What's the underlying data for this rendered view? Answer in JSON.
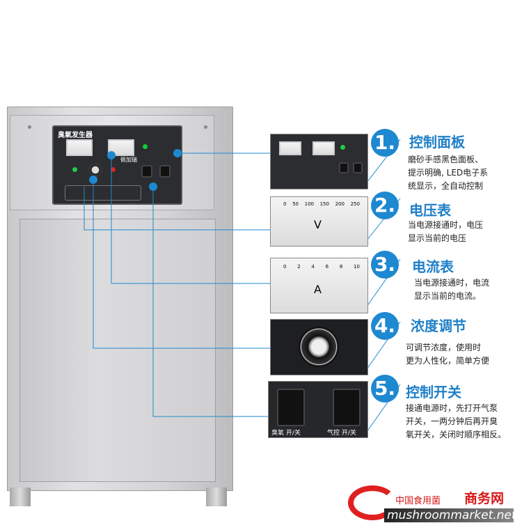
{
  "panel": {
    "title": "臭氧发生器",
    "logo_text": "佩加瑞"
  },
  "features": [
    {
      "num": "1.",
      "title": "控制面板",
      "desc": [
        "磨砂手感黑色面板、",
        "提示明确, LED电子系",
        "统显示，全自动控制"
      ]
    },
    {
      "num": "2.",
      "title": "电压表",
      "desc": [
        "当电源接通时，电压",
        "显示当前的电压"
      ]
    },
    {
      "num": "3.",
      "title": "电流表",
      "desc": [
        "当电源接通时，电流",
        "显示当前的电流。"
      ]
    },
    {
      "num": "4.",
      "title": "浓度调节",
      "desc": [
        "可调节浓度，使用时",
        "更为人性化，简单方便"
      ]
    },
    {
      "num": "5.",
      "title": "控制开关",
      "desc": [
        "接通电源时，先打开气泵",
        "开关，一两分钟后再开臭",
        "氧开关，关闭时顺序相反。"
      ]
    }
  ],
  "voltmeter": {
    "symbol": "V",
    "scale": [
      "0",
      "50",
      "100",
      "150",
      "200",
      "250"
    ]
  },
  "ammeter": {
    "symbol": "A",
    "scale": [
      "0",
      "2",
      "4",
      "6",
      "8",
      "10"
    ]
  },
  "switches": {
    "left": "臭氧 开/关",
    "right": "气控 开/关"
  },
  "watermark": {
    "cn": "中国食用菌",
    "brand": "商务网",
    "url": "mushroommarket.net"
  },
  "colors": {
    "accent": "#1e88d0"
  }
}
